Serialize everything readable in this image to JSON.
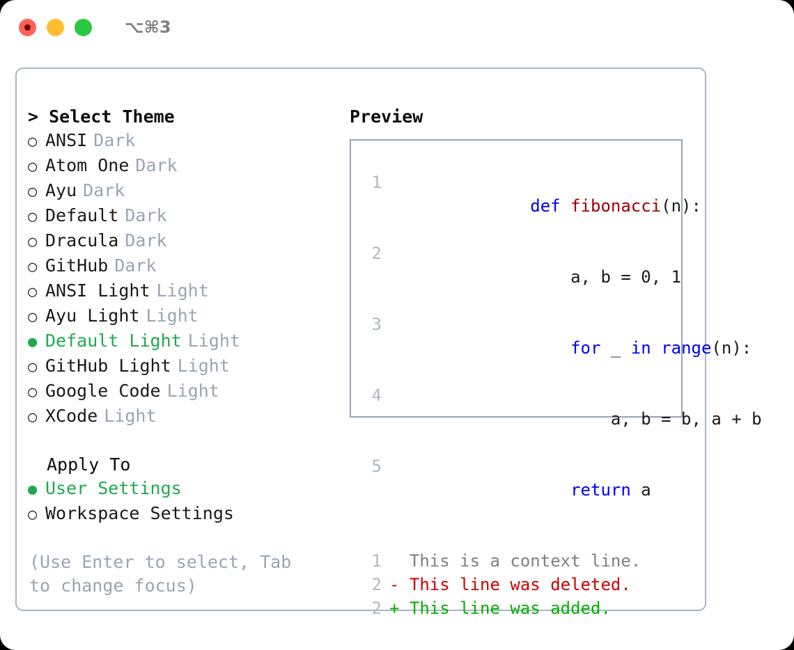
{
  "window": {
    "shortcut": "⌥⌘3",
    "traffic_lights": [
      {
        "name": "close",
        "color": "#ff6159"
      },
      {
        "name": "minimize",
        "color": "#ffbd2e"
      },
      {
        "name": "maximize",
        "color": "#28c840"
      }
    ]
  },
  "theme_picker": {
    "heading": "> Select Theme",
    "selected_marker": "●",
    "unselected_marker": "○",
    "accent_color": "#1faa4e",
    "items": [
      {
        "marker": "○",
        "name": "ANSI",
        "kind": "Dark",
        "selected": false
      },
      {
        "marker": "○",
        "name": "Atom One",
        "kind": "Dark",
        "selected": false
      },
      {
        "marker": "○",
        "name": "Ayu",
        "kind": "Dark",
        "selected": false
      },
      {
        "marker": "○",
        "name": "Default",
        "kind": "Dark",
        "selected": false
      },
      {
        "marker": "○",
        "name": "Dracula",
        "kind": "Dark",
        "selected": false
      },
      {
        "marker": "○",
        "name": "GitHub",
        "kind": "Dark",
        "selected": false
      },
      {
        "marker": "○",
        "name": "ANSI Light",
        "kind": "Light",
        "selected": false
      },
      {
        "marker": "○",
        "name": "Ayu Light",
        "kind": "Light",
        "selected": false
      },
      {
        "marker": "●",
        "name": "Default Light",
        "kind": "Light",
        "selected": true
      },
      {
        "marker": "○",
        "name": "GitHub Light",
        "kind": "Light",
        "selected": false
      },
      {
        "marker": "○",
        "name": "Google Code",
        "kind": "Light",
        "selected": false
      },
      {
        "marker": "○",
        "name": "XCode",
        "kind": "Light",
        "selected": false
      }
    ]
  },
  "apply_to": {
    "heading": "Apply To",
    "options": [
      {
        "marker": "●",
        "label": "User Settings",
        "selected": true
      },
      {
        "marker": "○",
        "label": "Workspace Settings",
        "selected": false
      }
    ]
  },
  "hint": "(Use Enter to select, Tab to change focus)",
  "preview": {
    "heading": "Preview",
    "code_lines": [
      {
        "lineno": "1",
        "tokens": [
          {
            "text": "def ",
            "type": "kw"
          },
          {
            "text": "fibonacci",
            "type": "fn"
          },
          {
            "text": "(n):",
            "type": "plain"
          }
        ]
      },
      {
        "lineno": "2",
        "tokens": [
          {
            "text": "    a, b = 0, 1",
            "type": "plain"
          }
        ]
      },
      {
        "lineno": "3",
        "tokens": [
          {
            "text": "    ",
            "type": "plain"
          },
          {
            "text": "for",
            "type": "kw"
          },
          {
            "text": " _ ",
            "type": "plain"
          },
          {
            "text": "in",
            "type": "kw"
          },
          {
            "text": " ",
            "type": "plain"
          },
          {
            "text": "range",
            "type": "kw"
          },
          {
            "text": "(n):",
            "type": "plain"
          }
        ]
      },
      {
        "lineno": "4",
        "tokens": [
          {
            "text": "        a, b = b, a + b",
            "type": "plain"
          }
        ]
      },
      {
        "lineno": "5",
        "tokens": [
          {
            "text": "    ",
            "type": "plain"
          },
          {
            "text": "return",
            "type": "kw"
          },
          {
            "text": " a",
            "type": "plain"
          }
        ]
      }
    ],
    "diff_lines": [
      {
        "lineno": "1",
        "sign": " ",
        "text": " This is a context line.",
        "kind": "ctx"
      },
      {
        "lineno": "2",
        "sign": "-",
        "text": " This line was deleted.",
        "kind": "del"
      },
      {
        "lineno": "2",
        "sign": "+",
        "text": " This line was added.",
        "kind": "add"
      }
    ]
  }
}
